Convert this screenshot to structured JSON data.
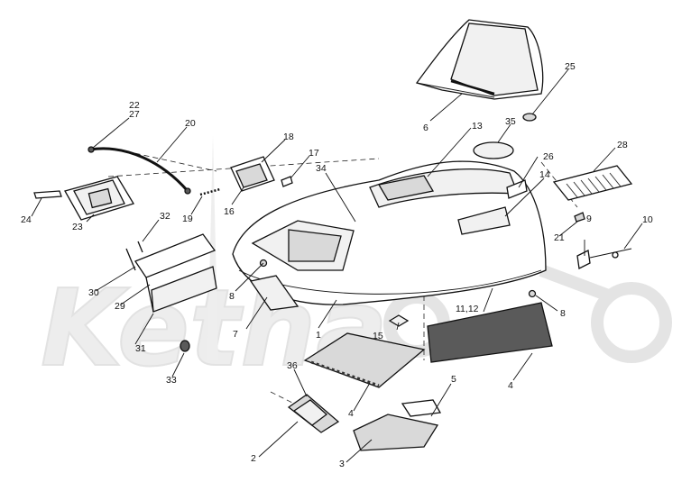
{
  "watermark": {
    "text": "Ketha"
  },
  "callouts": {
    "c1": "1",
    "c2": "2",
    "c3": "3",
    "c4a": "4",
    "c4b": "4",
    "c5": "5",
    "c6": "6",
    "c7": "7",
    "c8a": "8",
    "c8b": "8",
    "c9": "9",
    "c10": "10",
    "c11_12": "11,12",
    "c13": "13",
    "c14": "14",
    "c15": "15",
    "c16": "16",
    "c17": "17",
    "c18": "18",
    "c19": "19",
    "c20": "20",
    "c21": "21",
    "c22": "22",
    "c23": "23",
    "c24": "24",
    "c25": "25",
    "c26": "26",
    "c27": "27",
    "c28": "28",
    "c29": "29",
    "c30": "30",
    "c31": "31",
    "c32": "32",
    "c33": "33",
    "c34": "34",
    "c35": "35",
    "c36": "36"
  }
}
